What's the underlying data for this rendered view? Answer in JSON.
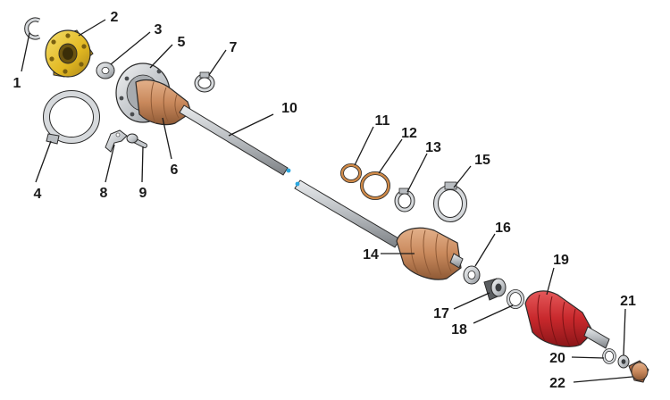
{
  "labels": {
    "1": "1",
    "2": "2",
    "3": "3",
    "4": "4",
    "5": "5",
    "6": "6",
    "7": "7",
    "8": "8",
    "9": "9",
    "10": "10",
    "11": "11",
    "12": "12",
    "13": "13",
    "14": "14",
    "15": "15",
    "16": "16",
    "17": "17",
    "18": "18",
    "19": "19",
    "20": "20",
    "21": "21",
    "22": "22"
  },
  "colors": {
    "hub_yellow": "#e7c22d",
    "boot_tan": "#c9895c",
    "boot_red": "#c8282c",
    "o_ring_orange": "#c8793a",
    "steel": "#c6c9cc",
    "steel_dark": "#8e9296",
    "outline": "#2a2a2a",
    "accent_blue": "#2aa7e0"
  }
}
